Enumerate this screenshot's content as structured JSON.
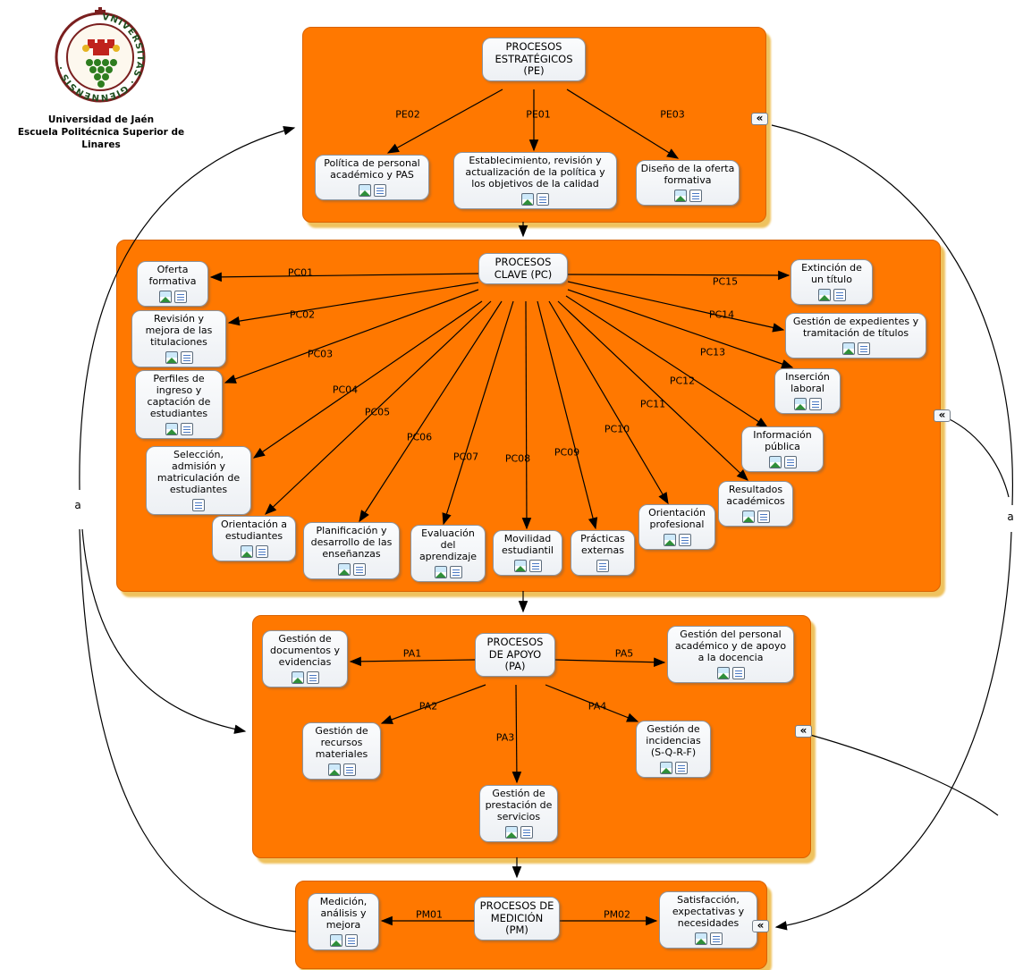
{
  "org": {
    "line1": "Universidad de Jaén",
    "line2": "Escuela Politécnica Superior de Linares",
    "seal_text": "VNIVERSITAS · GIENNENSIS"
  },
  "colors": {
    "container_orange": "#ff7800",
    "container_shadow": "#efc25e",
    "node_background": "#f4f6f8",
    "connector_black": "#000000"
  },
  "side_links": {
    "left_label": "a",
    "right_label": "a",
    "collapse_icon": "«"
  },
  "pe": {
    "title": "PROCESOS ESTRATÉGICOS (PE)",
    "links": {
      "pe01": "PE01",
      "pe02": "PE02",
      "pe03": "PE03"
    },
    "nodes": {
      "personal": "Política de personal académico y PAS",
      "politica_calidad": "Establecimiento, revisión y actualización de la política y los objetivos de la calidad",
      "diseno_oferta": "Diseño de la oferta formativa"
    }
  },
  "pc": {
    "title": "PROCESOS CLAVE (PC)",
    "links": {
      "pc01": "PC01",
      "pc02": "PC02",
      "pc03": "PC03",
      "pc04": "PC04",
      "pc05": "PC05",
      "pc06": "PC06",
      "pc07": "PC07",
      "pc08": "PC08",
      "pc09": "PC09",
      "pc10": "PC10",
      "pc11": "PC11",
      "pc12": "PC12",
      "pc13": "PC13",
      "pc14": "PC14",
      "pc15": "PC15"
    },
    "nodes": {
      "oferta_formativa": "Oferta formativa",
      "revision_mejora": "Revisión y mejora de las titulaciones",
      "perfiles_ingreso": "Perfiles de ingreso y captación de estudiantes",
      "seleccion_admision": "Selección, admisión y matriculación de estudiantes",
      "orientacion_estudiantes": "Orientación a estudiantes",
      "planificacion_ensenanzas": "Planificación y desarrollo de las enseñanzas",
      "evaluacion_aprendizaje": "Evaluación del aprendizaje",
      "movilidad_estudiantil": "Movilidad estudiantil",
      "practicas_externas": "Prácticas externas",
      "orientacion_profesional": "Orientación profesional",
      "resultados_academicos": "Resultados académicos",
      "informacion_publica": "Información pública",
      "insercion_laboral": "Inserción laboral",
      "gestion_expedientes": "Gestión de expedientes y tramitación de títulos",
      "extincion_titulo": "Extinción de un título"
    }
  },
  "pa": {
    "title": "PROCESOS DE APOYO (PA)",
    "links": {
      "pa1": "PA1",
      "pa2": "PA2",
      "pa3": "PA3",
      "pa4": "PA4",
      "pa5": "PA5"
    },
    "nodes": {
      "documentos": "Gestión de documentos y evidencias",
      "recursos": "Gestión de recursos materiales",
      "prestacion": "Gestión de prestación de servicios",
      "incidencias": "Gestión de incidencias (S-Q-R-F)",
      "personal_apoyo": "Gestión del personal académico y de apoyo a la docencia"
    }
  },
  "pm": {
    "title": "PROCESOS DE MEDICIÓN (PM)",
    "links": {
      "pm01": "PM01",
      "pm02": "PM02"
    },
    "nodes": {
      "medicion": "Medición, análisis y mejora",
      "satisfaccion": "Satisfacción, expectativas y necesidades"
    }
  }
}
